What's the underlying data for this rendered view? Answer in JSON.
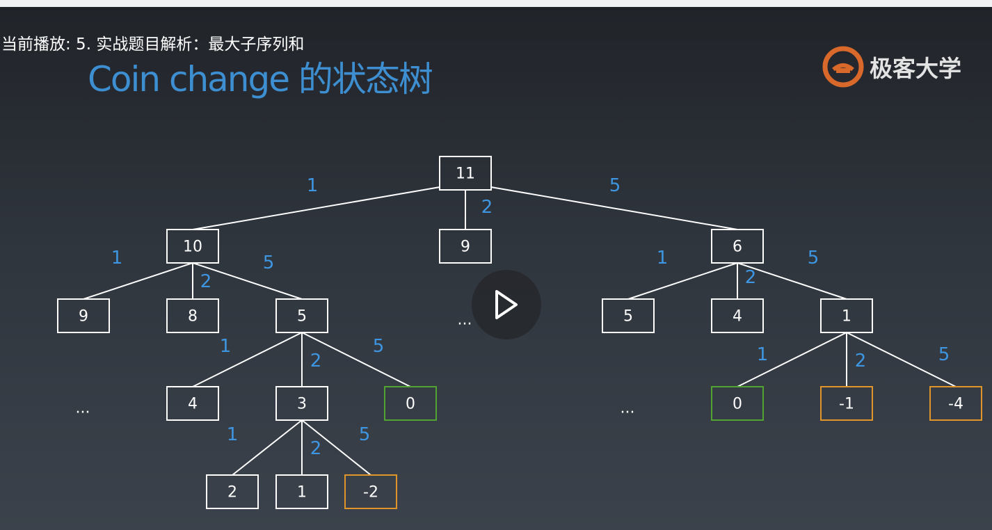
{
  "now_playing": "当前播放: 5. 实战题目解析：最大子序列和",
  "slide": {
    "title": "Coin change 的状态树",
    "logo_text": "极客大学"
  },
  "colors": {
    "title": "#3d8fd1",
    "edge_label": "#3e96e2",
    "node_default": "#ffffff",
    "node_success": "#52a432",
    "node_negative": "#e0952a"
  },
  "icons": {
    "play": "play-icon",
    "logo": "geek-university-logo-icon"
  },
  "tree": {
    "nodes": [
      {
        "id": "n11",
        "label": "11",
        "status": "default"
      },
      {
        "id": "n10",
        "label": "10",
        "status": "default"
      },
      {
        "id": "n9a",
        "label": "9",
        "status": "default"
      },
      {
        "id": "n6",
        "label": "6",
        "status": "default"
      },
      {
        "id": "n9b",
        "label": "9",
        "status": "default"
      },
      {
        "id": "n8",
        "label": "8",
        "status": "default"
      },
      {
        "id": "n5a",
        "label": "5",
        "status": "default"
      },
      {
        "id": "n5b",
        "label": "5",
        "status": "default"
      },
      {
        "id": "n4a",
        "label": "4",
        "status": "default"
      },
      {
        "id": "n1a",
        "label": "1",
        "status": "default"
      },
      {
        "id": "n4b",
        "label": "4",
        "status": "default"
      },
      {
        "id": "n3",
        "label": "3",
        "status": "default"
      },
      {
        "id": "n0a",
        "label": "0",
        "status": "success"
      },
      {
        "id": "n0b",
        "label": "0",
        "status": "success"
      },
      {
        "id": "nm1",
        "label": "-1",
        "status": "negative"
      },
      {
        "id": "nm4",
        "label": "-4",
        "status": "negative"
      },
      {
        "id": "n2",
        "label": "2",
        "status": "default"
      },
      {
        "id": "n1b",
        "label": "1",
        "status": "default"
      },
      {
        "id": "nm2",
        "label": "-2",
        "status": "negative"
      }
    ],
    "edges": [
      {
        "from": "n11",
        "to": "n10",
        "label": "1"
      },
      {
        "from": "n11",
        "to": "n9a",
        "label": "2"
      },
      {
        "from": "n11",
        "to": "n6",
        "label": "5"
      },
      {
        "from": "n10",
        "to": "n9b",
        "label": "1"
      },
      {
        "from": "n10",
        "to": "n8",
        "label": "2"
      },
      {
        "from": "n10",
        "to": "n5a",
        "label": "5"
      },
      {
        "from": "n6",
        "to": "n5b",
        "label": "1"
      },
      {
        "from": "n6",
        "to": "n4a",
        "label": "2"
      },
      {
        "from": "n6",
        "to": "n1a",
        "label": "5"
      },
      {
        "from": "n5a",
        "to": "n4b",
        "label": "1"
      },
      {
        "from": "n5a",
        "to": "n3",
        "label": "2"
      },
      {
        "from": "n5a",
        "to": "n0a",
        "label": "5"
      },
      {
        "from": "n1a",
        "to": "n0b",
        "label": "1"
      },
      {
        "from": "n1a",
        "to": "nm1",
        "label": "2"
      },
      {
        "from": "n1a",
        "to": "nm4",
        "label": "5"
      },
      {
        "from": "n3",
        "to": "n2",
        "label": "1"
      },
      {
        "from": "n3",
        "to": "n1b",
        "label": "2"
      },
      {
        "from": "n3",
        "to": "nm2",
        "label": "5"
      }
    ],
    "ellipses": [
      {
        "id": "e_mid",
        "text": "..."
      },
      {
        "id": "e_left",
        "text": "..."
      },
      {
        "id": "e_right",
        "text": "..."
      }
    ]
  }
}
